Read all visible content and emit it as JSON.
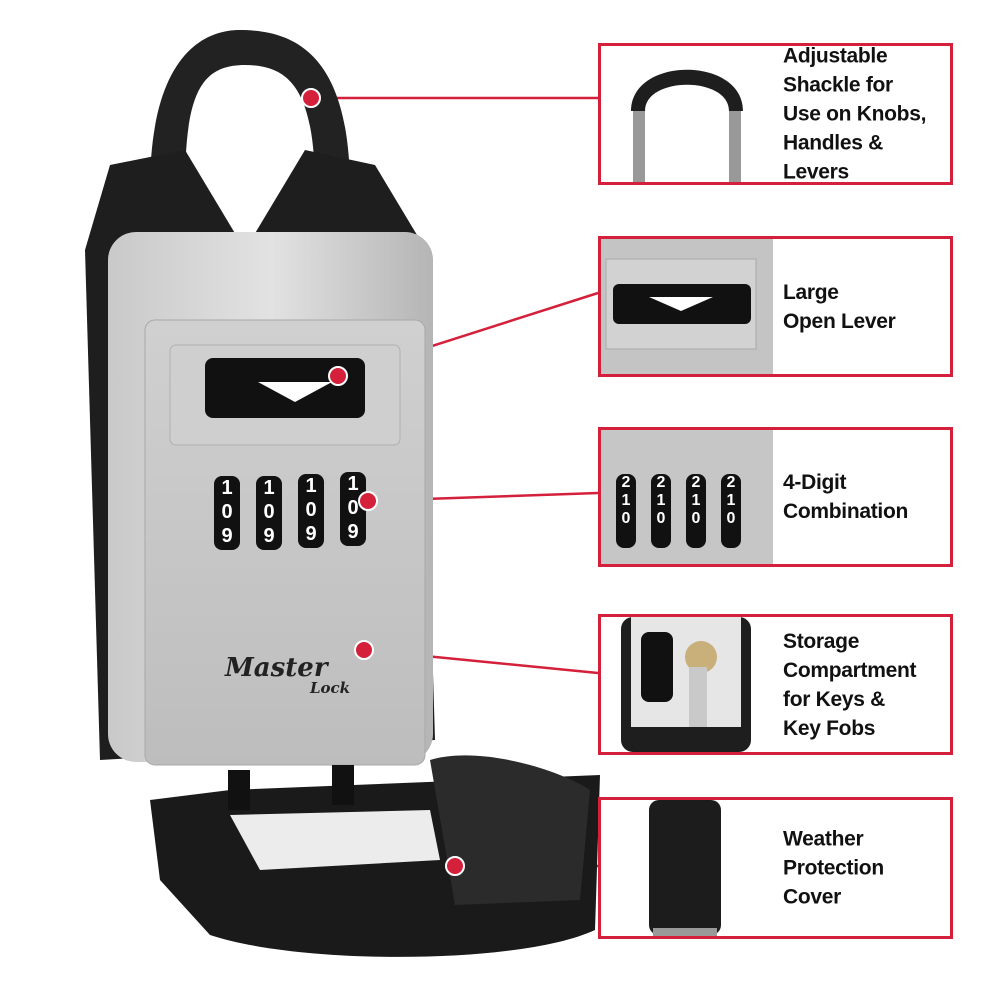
{
  "accent_color": "#d4203a",
  "brand_logo": {
    "line1": "Master",
    "line2": "Lock"
  },
  "dial_digits": [
    [
      "1",
      "0",
      "9"
    ],
    [
      "1",
      "0",
      "9"
    ],
    [
      "1",
      "0",
      "9"
    ],
    [
      "1",
      "0",
      "9"
    ]
  ],
  "callouts": [
    {
      "label": "Adjustable\nShackle for\nUse on Knobs,\nHandles & Levers"
    },
    {
      "label": "Large\nOpen Lever"
    },
    {
      "label": "4-Digit\nCombination"
    },
    {
      "label": "Storage\nCompartment\nfor Keys &\nKey Fobs"
    },
    {
      "label": "Weather\nProtection\nCover"
    }
  ],
  "thumb_digits": [
    [
      "2",
      "1",
      "0"
    ],
    [
      "2",
      "1",
      "0"
    ],
    [
      "2",
      "1",
      "0"
    ],
    [
      "2",
      "1",
      "0"
    ]
  ]
}
